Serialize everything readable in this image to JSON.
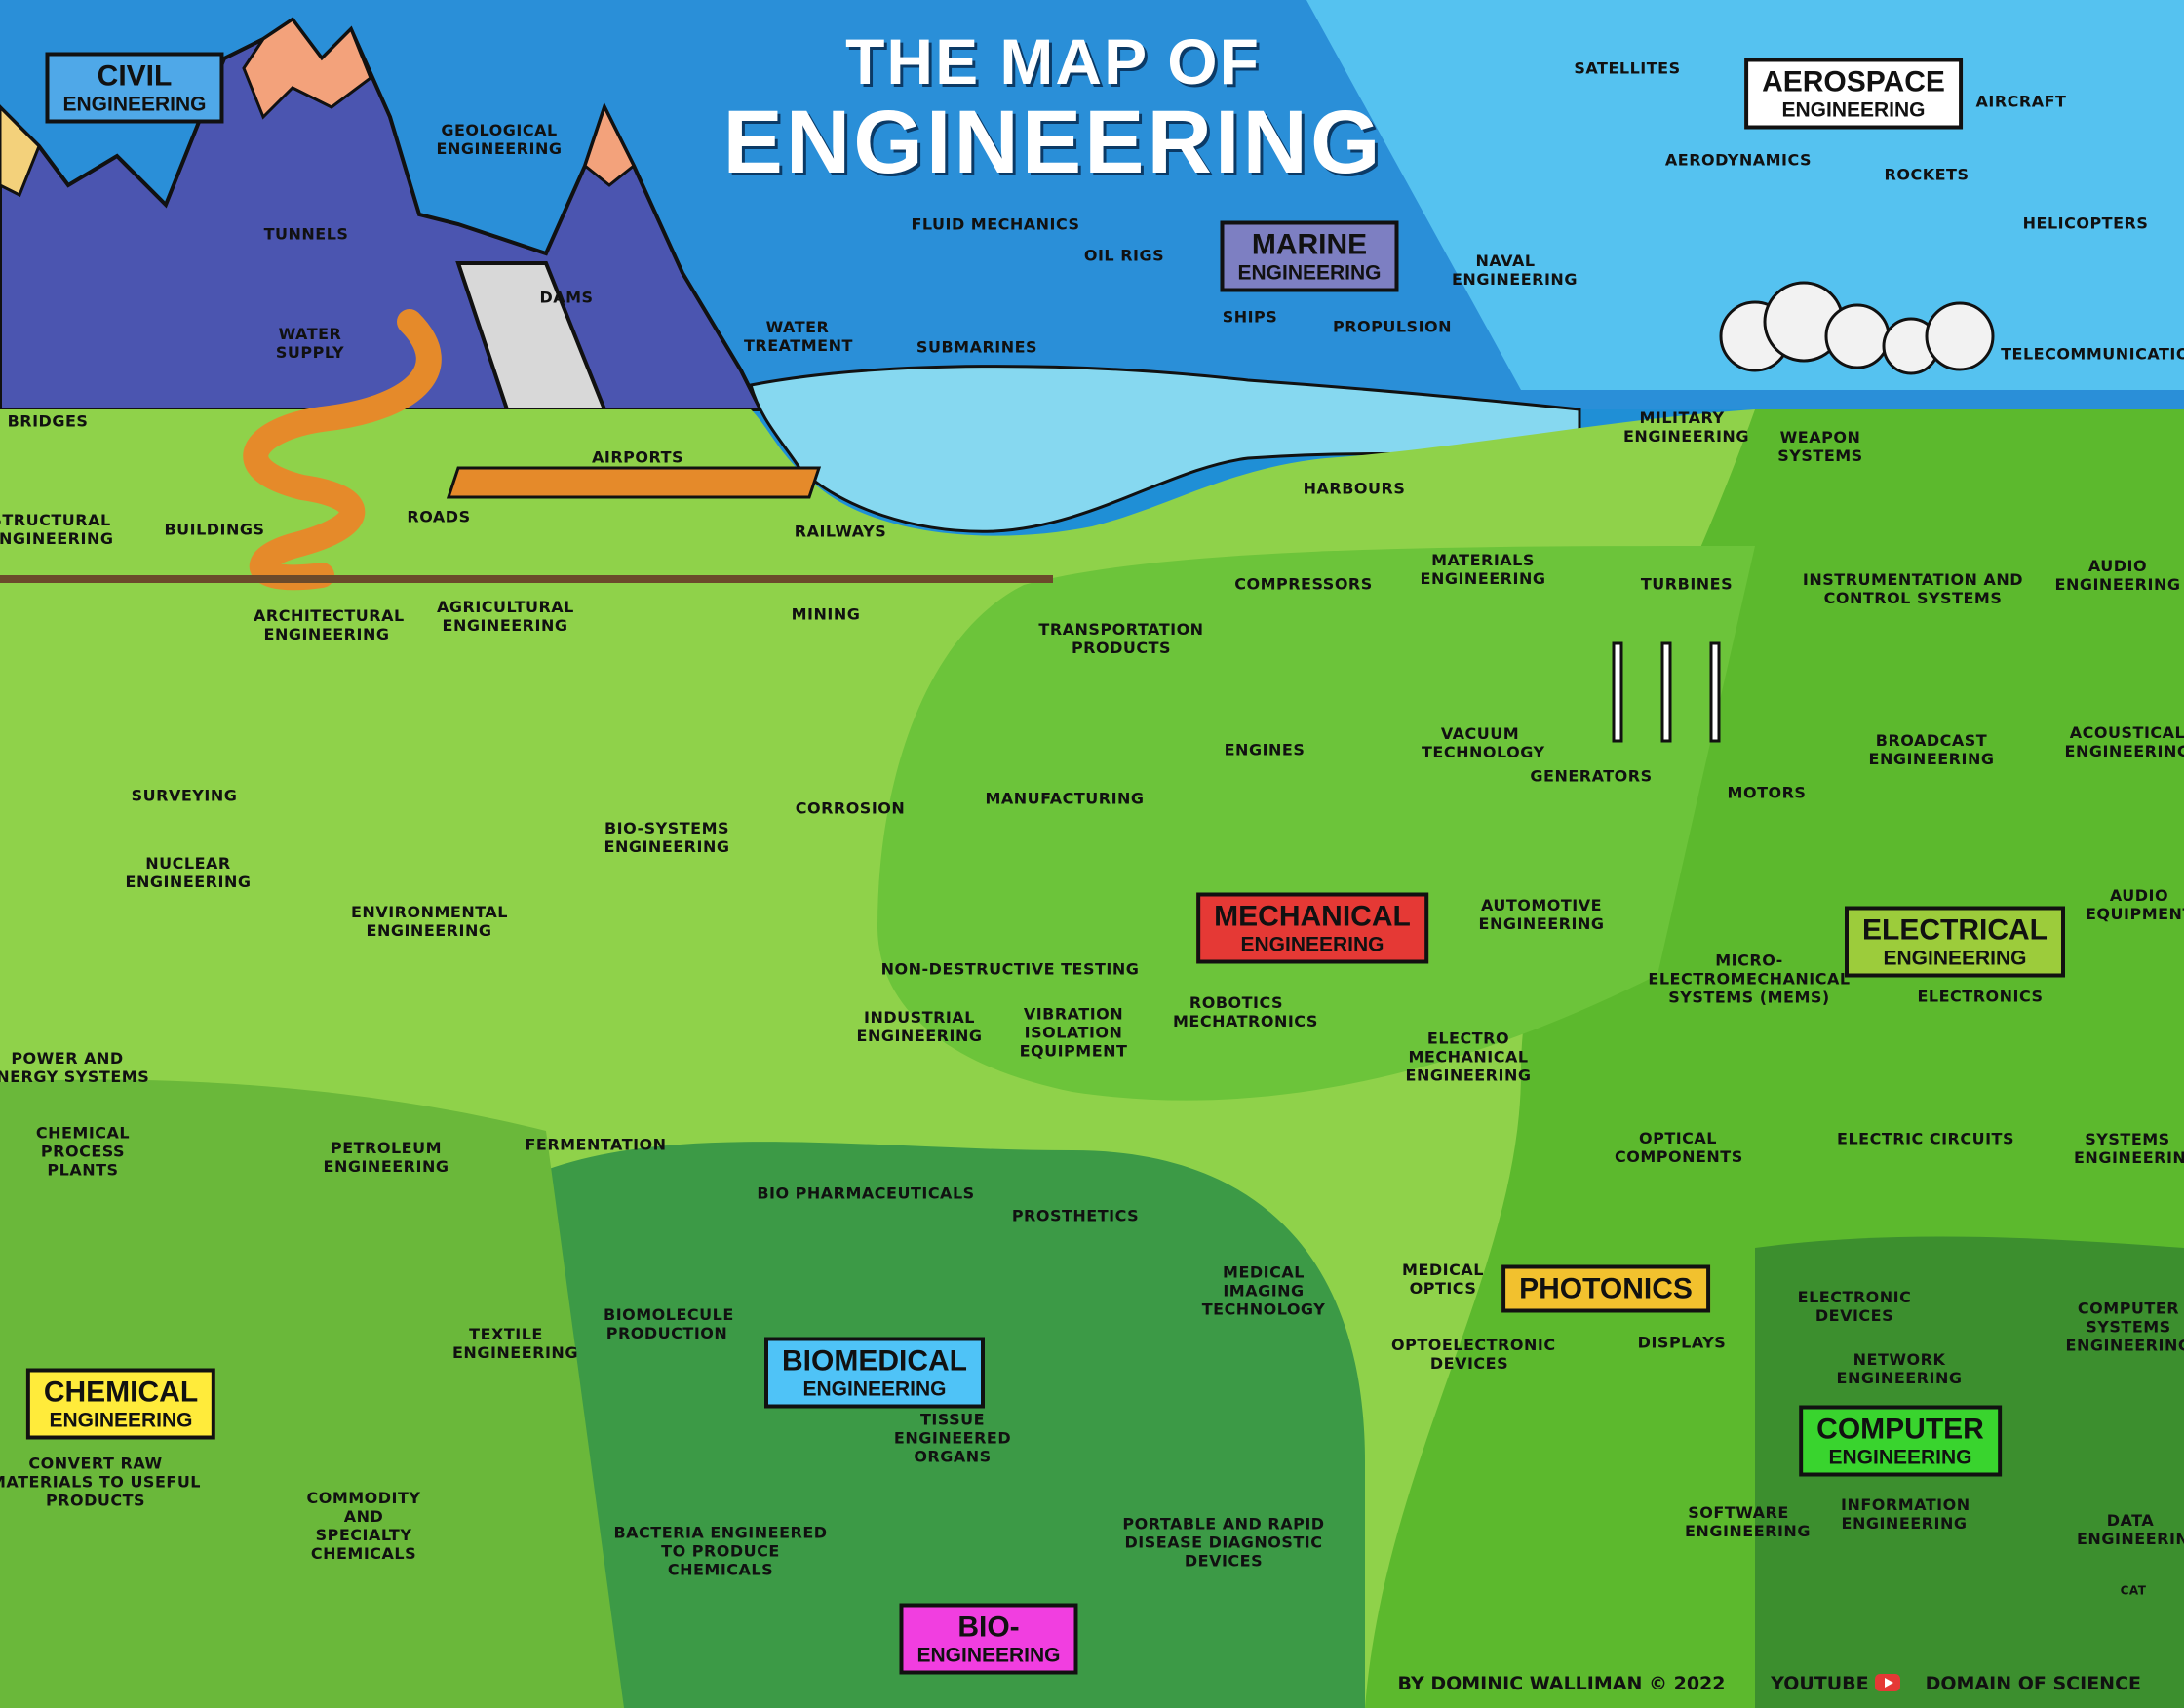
{
  "title": {
    "line1": "THE MAP OF",
    "line2": "ENGINEERING"
  },
  "credits": {
    "author": "BY DOMINIC WALLIMAN © 2022",
    "youtube": "YOUTUBE",
    "channel": "DOMAIN OF SCIENCE"
  },
  "regions": [
    {
      "key": "civil",
      "label1": "CIVIL",
      "label2": "ENGINEERING",
      "color": "#4fa8e8"
    },
    {
      "key": "aerospace",
      "label1": "AEROSPACE",
      "label2": "ENGINEERING",
      "color": "#ffffff"
    },
    {
      "key": "marine",
      "label1": "MARINE",
      "label2": "ENGINEERING",
      "color": "#7d7fc2"
    },
    {
      "key": "mechanical",
      "label1": "MECHANICAL",
      "label2": "ENGINEERING",
      "color": "#e53935"
    },
    {
      "key": "electrical",
      "label1": "ELECTRICAL",
      "label2": "ENGINEERING",
      "color": "#9ccc3b"
    },
    {
      "key": "chemical",
      "label1": "CHEMICAL",
      "label2": "ENGINEERING",
      "color": "#ffeb3b"
    },
    {
      "key": "biomedical",
      "label1": "BIOMEDICAL",
      "label2": "ENGINEERING",
      "color": "#4fc3f7"
    },
    {
      "key": "photonics",
      "label1": "PHOTONICS",
      "label2": "",
      "color": "#f2c12e"
    },
    {
      "key": "computer",
      "label1": "COMPUTER",
      "label2": "ENGINEERING",
      "color": "#39d42e"
    },
    {
      "key": "bio",
      "label1": "BIO-",
      "label2": "ENGINEERING",
      "color": "#f13ee0"
    }
  ],
  "labels": [
    "GEOLOGICAL ENGINEERING",
    "TUNNELS",
    "WATER SUPPLY",
    "DAMS",
    "BRIDGES",
    "STRUCTURAL ENGINEERING",
    "BUILDINGS",
    "ROADS",
    "AIRPORTS",
    "RAILWAYS",
    "WATER TREATMENT",
    "FLUID MECHANICS",
    "OIL RIGS",
    "SHIPS",
    "PROPULSION",
    "NAVAL ENGINEERING",
    "SUBMARINES",
    "HARBOURS",
    "MILITARY ENGINEERING",
    "WEAPON SYSTEMS",
    "SATELLITES",
    "AIRCRAFT",
    "AERODYNAMICS",
    "ROCKETS",
    "HELICOPTERS",
    "TELECOMMUNICATIONS",
    "ARCHITECTURAL ENGINEERING",
    "AGRICULTURAL ENGINEERING",
    "MINING",
    "SURVEYING",
    "NUCLEAR ENGINEERING",
    "BIO-SYSTEMS ENGINEERING",
    "CORROSION",
    "ENVIRONMENTAL ENGINEERING",
    "POWER AND ENERGY SYSTEMS",
    "TRANSPORTATION PRODUCTS",
    "COMPRESSORS",
    "MATERIALS ENGINEERING",
    "TURBINES",
    "INSTRUMENTATION AND CONTROL SYSTEMS",
    "AUDIO ENGINEERING",
    "ENGINES",
    "VACUUM TECHNOLOGY",
    "GENERATORS",
    "MOTORS",
    "MANUFACTURING",
    "BROADCAST ENGINEERING",
    "ACOUSTICAL ENGINEERING",
    "AUTOMOTIVE ENGINEERING",
    "MICRO-ELECTROMECHANICAL SYSTEMS (MEMS)",
    "AUDIO EQUIPMENT",
    "ELECTRONICS",
    "NON-DESTRUCTIVE TESTING",
    "INDUSTRIAL ENGINEERING",
    "VIBRATION ISOLATION EQUIPMENT",
    "ROBOTICS MECHATRONICS",
    "ELECTRO MECHANICAL ENGINEERING",
    "CHEMICAL PROCESS PLANTS",
    "PETROLEUM ENGINEERING",
    "FERMENTATION",
    "BIO PHARMACEUTICALS",
    "PROSTHETICS",
    "OPTICAL COMPONENTS",
    "ELECTRIC CIRCUITS",
    "SYSTEMS ENGINEERING",
    "MEDICAL IMAGING TECHNOLOGY",
    "MEDICAL OPTICS",
    "BIOMOLECULE PRODUCTION",
    "TEXTILE ENGINEERING",
    "ELECTRONIC DEVICES",
    "COMPUTER SYSTEMS ENGINEERING",
    "OPTOELECTRONIC DEVICES",
    "DISPLAYS",
    "NETWORK ENGINEERING",
    "CONVERT RAW MATERIALS TO USEFUL PRODUCTS",
    "TISSUE ENGINEERED ORGANS",
    "COMMODITY AND SPECIALTY CHEMICALS",
    "PORTABLE AND RAPID DISEASE DIAGNOSTIC DEVICES",
    "SOFTWARE ENGINEERING",
    "INFORMATION ENGINEERING",
    "DATA ENGINEERING",
    "BACTERIA ENGINEERED TO PRODUCE CHEMICALS",
    "CAT"
  ],
  "colors": {
    "sky": "#1f8fd6",
    "sky_light": "#57c7f2",
    "sea": "#7fd6ef",
    "grass_light": "#8fd24a",
    "grass": "#5cb92d",
    "grass_dark": "#3c8f2e",
    "mountain": "#4f59b3",
    "road": "#e58a2a"
  }
}
